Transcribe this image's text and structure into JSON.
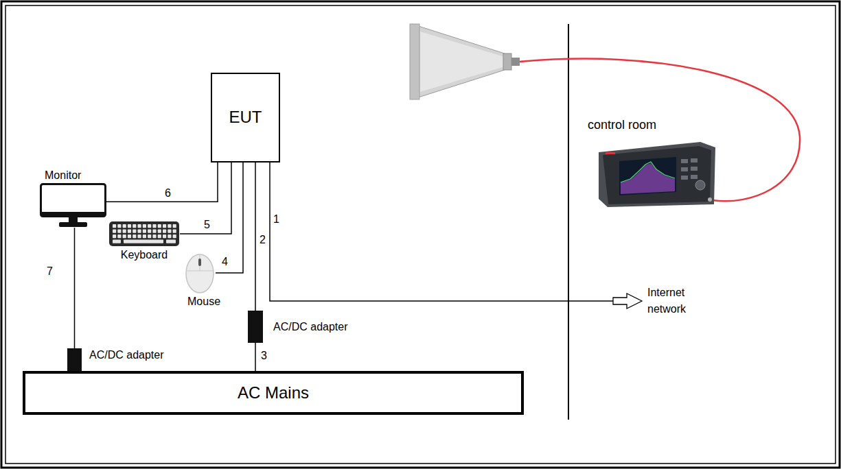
{
  "diagram": {
    "nodes": [
      {
        "text": [
          "EUT"
        ]
      },
      {
        "text": [
          "Monitor"
        ]
      },
      {
        "text": [
          "Keyboard"
        ]
      },
      {
        "text": [
          "Mouse"
        ]
      },
      {
        "text": [
          "AC/DC adapter"
        ]
      },
      {
        "text": [
          "AC/DC adapter"
        ]
      },
      {
        "text": [
          "AC Mains"
        ]
      },
      {
        "text": [
          "Internet network"
        ]
      }
    ],
    "edges": [
      {
        "from": 0,
        "to": 7,
        "arrow": "to",
        "label": "1"
      },
      {
        "from": 0,
        "to": 4,
        "arrow": "none",
        "label": "2"
      },
      {
        "from": 4,
        "to": 6,
        "arrow": "none",
        "label": "3"
      },
      {
        "from": 0,
        "to": 3,
        "arrow": "none",
        "label": "4"
      },
      {
        "from": 0,
        "to": 2,
        "arrow": "none",
        "label": "5"
      },
      {
        "from": 0,
        "to": 1,
        "arrow": "none",
        "label": "6"
      },
      {
        "from": 1,
        "to": 5,
        "arrow": "none",
        "label": "7"
      }
    ],
    "labels": [
      "control room"
    ]
  }
}
